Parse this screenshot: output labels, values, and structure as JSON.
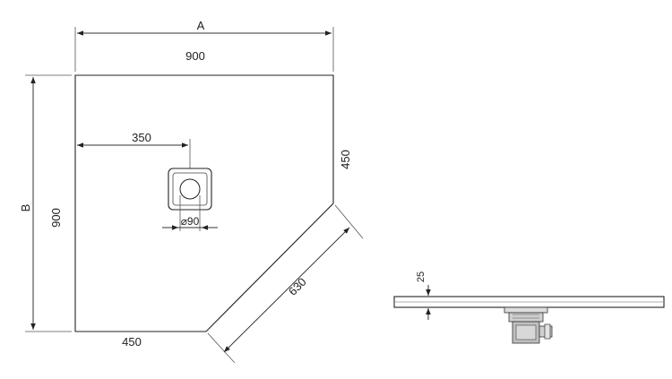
{
  "plan_view": {
    "dim_a_label": "A",
    "dim_b_label": "B",
    "width": "900",
    "height": "900",
    "drain_offset": "350",
    "right_side": "450",
    "bottom_side": "450",
    "diagonal": "630",
    "drain_diameter": "⌀90"
  },
  "side_view": {
    "thickness": "25"
  }
}
